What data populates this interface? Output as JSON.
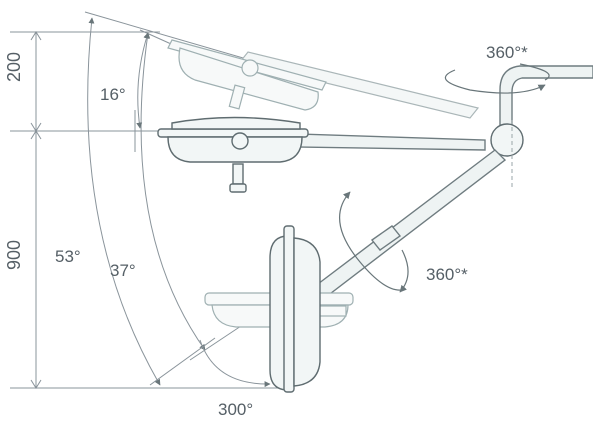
{
  "dimensions": {
    "height_upper": "200",
    "height_lower": "900",
    "angle_up": "16°",
    "angle_large": "53°",
    "angle_medium": "37°",
    "rotation_base": "300°",
    "rotation_top": "360°*",
    "rotation_arm": "360°*"
  },
  "colors": {
    "line": "#6f7c80",
    "dimension": "#8a949b",
    "fill": "#eef3f3",
    "text": "#555f66"
  }
}
